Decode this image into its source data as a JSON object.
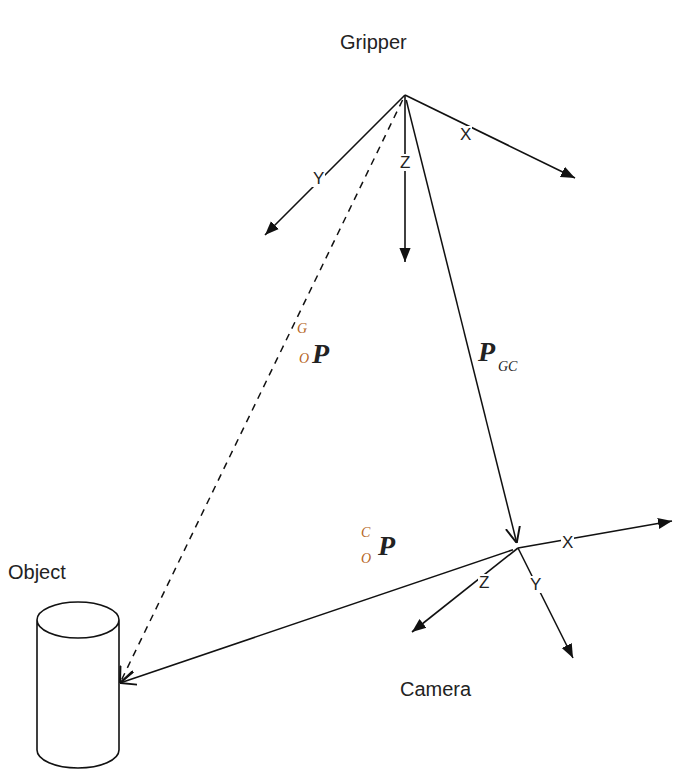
{
  "diagram": {
    "nodes": [
      {
        "text": [
          "Gripper"
        ]
      },
      {
        "text": [
          "Object"
        ]
      },
      {
        "text": [
          "Camera"
        ]
      }
    ],
    "edges": [
      {
        "from": 0,
        "to": 1,
        "label": "P",
        "arrow": "to"
      },
      {
        "from": 0,
        "to": 2,
        "label": "P",
        "arrow": "to"
      },
      {
        "from": 2,
        "to": 1,
        "label": "P",
        "arrow": "to"
      }
    ],
    "labels": [
      "Y",
      "Z",
      "X",
      "G",
      "O",
      "GC",
      "C",
      "O",
      "X",
      "Z",
      "Y"
    ]
  }
}
